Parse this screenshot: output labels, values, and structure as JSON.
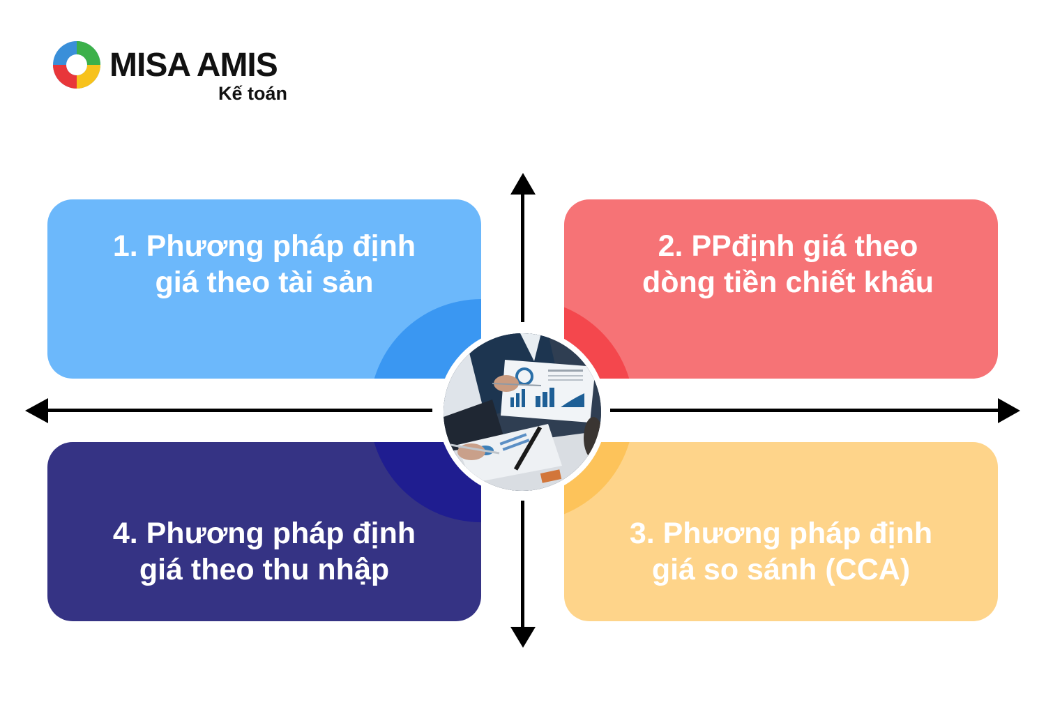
{
  "logo": {
    "brand": "MISA AMIS",
    "product": "Kế toán",
    "icon": "misa-swirl-logo-icon",
    "colors": [
      "#3a8fd9",
      "#3cb04a",
      "#f7c21c",
      "#e8363a"
    ]
  },
  "diagram": {
    "center_image": "business-charts-photo",
    "axes": [
      "up-arrow",
      "down-arrow",
      "left-arrow",
      "right-arrow"
    ],
    "quadrants": [
      {
        "position": "top-left",
        "label": "1. Phương pháp định\ngiá theo tài sản",
        "color": "#6cb8fb",
        "accent": "#3a97f2"
      },
      {
        "position": "top-right",
        "label": "2. PPđịnh giá theo\ndòng tiền chiết khấu",
        "color": "#f67376",
        "accent": "#f4474d"
      },
      {
        "position": "bottom-right",
        "label": "3. Phương pháp định\ngiá so sánh (CCA)",
        "color": "#fed48a",
        "accent": "#fdc35a"
      },
      {
        "position": "bottom-left",
        "label": "4. Phương pháp định\ngiá theo thu nhập",
        "color": "#353384",
        "accent": "#1f1d90"
      }
    ]
  }
}
